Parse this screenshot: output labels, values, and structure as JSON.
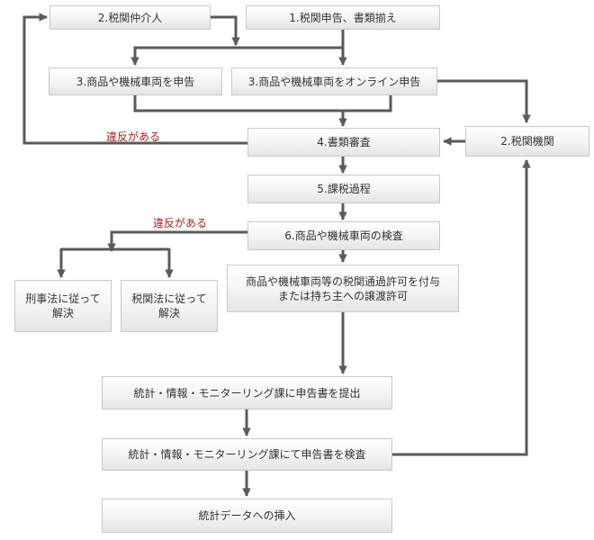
{
  "nodes": {
    "customs_broker": "2.税関仲介人",
    "declaration_docs": "1.税関申告、書類揃え",
    "declare_goods": "3.商品や機械車両を申告",
    "declare_online": "3.商品や機械車両をオンライン申告",
    "customs_office": "2.税関機関",
    "document_review": "4.書類審査",
    "tax_process": "5.課税過程",
    "inspection": "6.商品や機械車両の検査",
    "criminal_law": "刑事法に従って\n解決",
    "customs_law": "税関法に従って\n解決",
    "clearance_permit": "商品や機械車両等の税関通過許可を付与\nまたは持ち主への譲渡許可",
    "submit_statistics": "統計・情報・モニターリング課に申告書を提出",
    "check_statistics": "統計・情報・モニターリング課にて申告書を検査",
    "insert_data": "統計データへの挿入"
  },
  "labels": {
    "violation_review": "違反がある",
    "violation_inspection": "違反がある"
  },
  "colors": {
    "arrow": "#5a5a5a",
    "warning": "#a51d1d",
    "box_border": "#c8c8c8"
  }
}
